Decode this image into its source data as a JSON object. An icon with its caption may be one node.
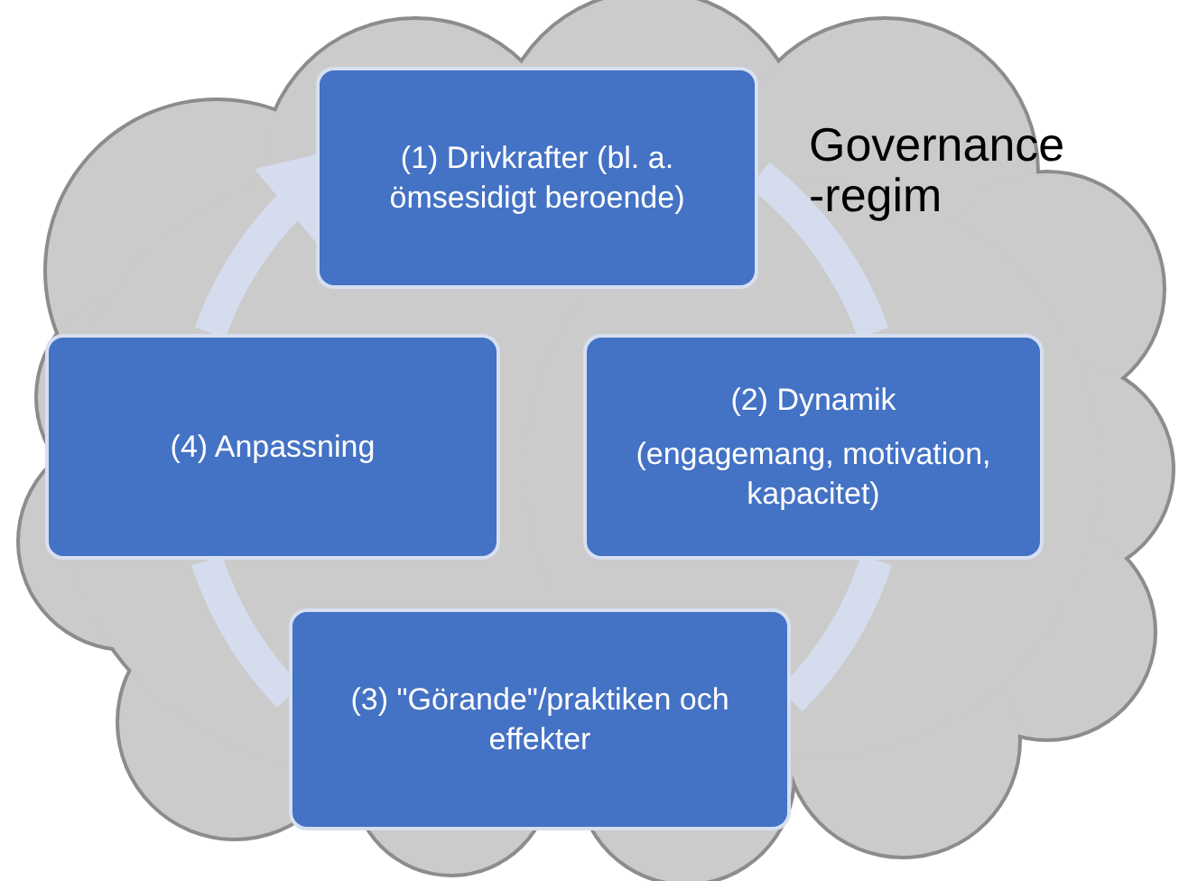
{
  "diagram": {
    "nodes": [
      {
        "text": [
          "Governance -regim"
        ]
      },
      {
        "text": [
          "(1) Drivkrafter (bl. a. ömsesidigt beroende)"
        ],
        "in": 0
      },
      {
        "text": [
          "(2) Dynamik",
          "(engagemang, motivation, kapacitet)"
        ],
        "in": 0
      },
      {
        "text": [
          "(3) \"Görande\"/praktiken och effekter"
        ],
        "in": 0
      },
      {
        "text": [
          "(4) Anpassning"
        ],
        "in": 0
      }
    ],
    "edges": [
      {
        "from": 1,
        "to": 2,
        "arrow": "none"
      },
      {
        "from": 2,
        "to": 3,
        "arrow": "none"
      },
      {
        "from": 3,
        "to": 4,
        "arrow": "none"
      },
      {
        "from": 4,
        "to": 1,
        "arrow": "to"
      }
    ]
  }
}
